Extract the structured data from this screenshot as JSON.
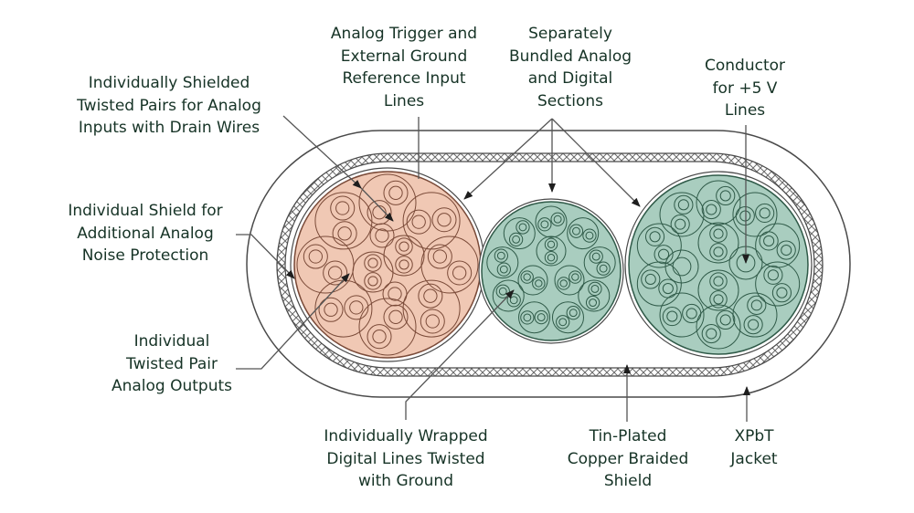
{
  "labels": {
    "shielded_pairs": [
      "Individually Shielded",
      "Twisted Pairs for Analog",
      "Inputs with Drain Wires"
    ],
    "individual_shield": [
      "Individual Shield for",
      "Additional Analog",
      "Noise Protection"
    ],
    "twisted_pair_outputs": [
      "Individual",
      "Twisted Pair",
      "Analog Outputs"
    ],
    "analog_trigger": [
      "Analog Trigger and",
      "External Ground",
      "Reference Input",
      "Lines"
    ],
    "bundled_sections": [
      "Separately",
      "Bundled Analog",
      "and Digital",
      "Sections"
    ],
    "conductor_5v": [
      "Conductor",
      "for +5 V",
      "Lines"
    ],
    "wrapped_digital": [
      "Individually Wrapped",
      "Digital Lines Twisted",
      "with Ground"
    ],
    "braided_shield": [
      "Tin-Plated",
      "Copper Braided",
      "Shield"
    ],
    "jacket": [
      "XPbT",
      "Jacket"
    ]
  },
  "colors": {
    "text": "#163326",
    "analog_bundle_fill": "#f0c8b4",
    "analog_bundle_stroke": "#7a4a38",
    "digital_bundle_fill": "#a9cdbf",
    "digital_bundle_stroke": "#2f5a48",
    "line": "#555555"
  }
}
